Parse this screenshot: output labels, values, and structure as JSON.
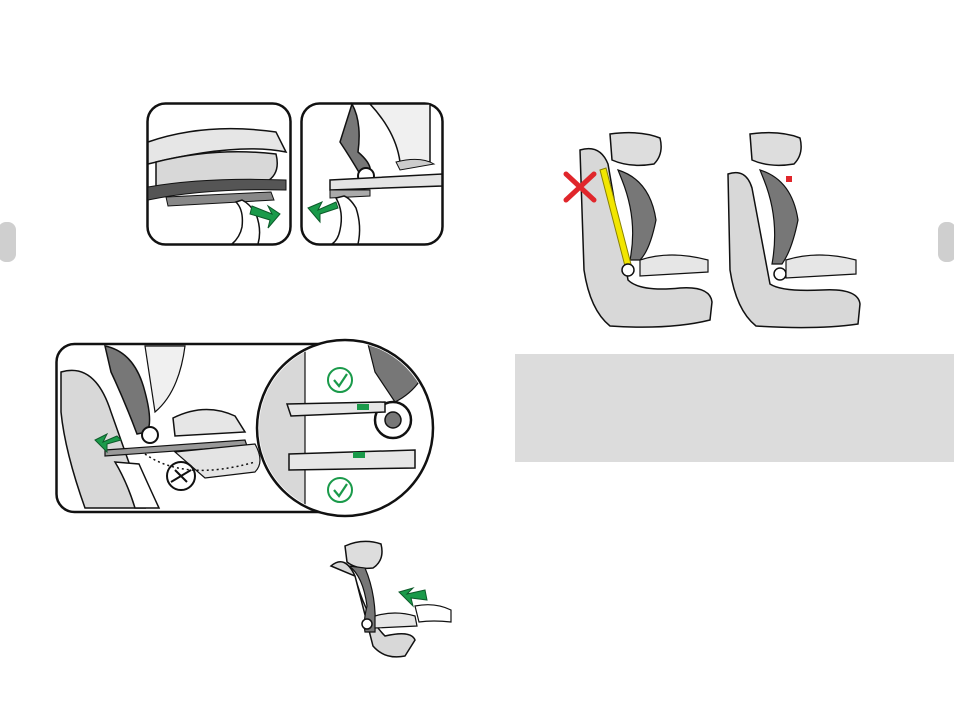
{
  "page": {
    "background": "#ffffff",
    "note_box_color": "#dcdcdc",
    "accent_green": "#1a9a4a",
    "warning_red": "#e0262b",
    "belt_yellow": "#f2e600"
  },
  "illustrations": [
    {
      "id": "isofix-release-lever",
      "icon": "hand-pulling-lever"
    },
    {
      "id": "isofix-pull-out",
      "icon": "hand-pulling-connector"
    },
    {
      "id": "isofix-connect-detail",
      "icon": "isofix-indicator-check"
    },
    {
      "id": "push-seat-back",
      "icon": "hand-pushing-seat"
    },
    {
      "id": "belt-incorrect",
      "icon": "cross-mark"
    },
    {
      "id": "belt-correct",
      "icon": "seat-no-belt"
    }
  ],
  "note_box": {
    "text": ""
  }
}
